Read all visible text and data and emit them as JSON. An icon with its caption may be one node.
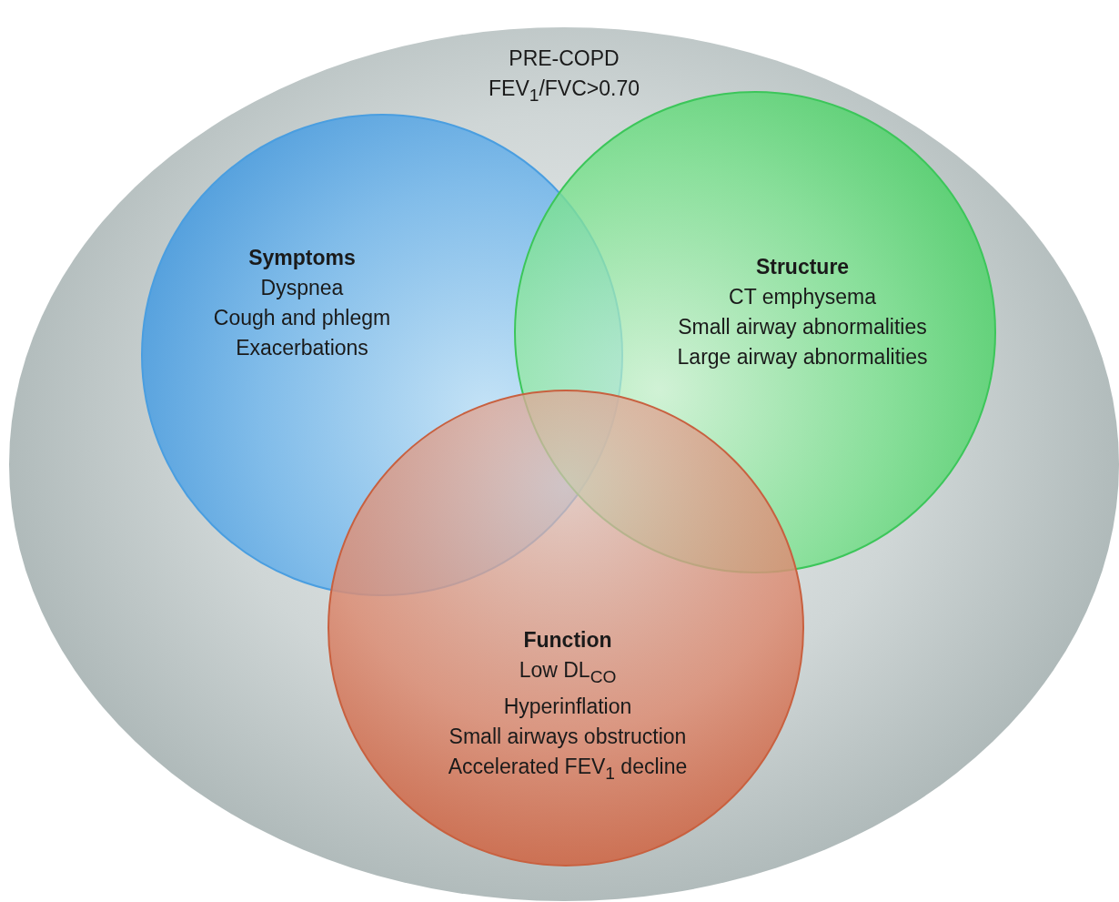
{
  "diagram": {
    "nodes": [
      {
        "text": [
          "PRE-COPD",
          "FEV$_{1}$/FVC>0.70"
        ]
      },
      {
        "text": [
          "Symptoms",
          "Dyspnea",
          "Cough and phlegm",
          "Exacerbations"
        ],
        "in": 0
      },
      {
        "text": [
          "Structure",
          "CT emphysema",
          "Small airway abnormalities",
          "Large airway abnormalities"
        ],
        "in": 0
      },
      {
        "text": [
          "Function",
          "Low DL$_{CO}$",
          "Hyperinflation",
          "Small airways obstruction",
          "Accelerated FEV$_{1}$ decline"
        ],
        "in": 0
      }
    ]
  }
}
